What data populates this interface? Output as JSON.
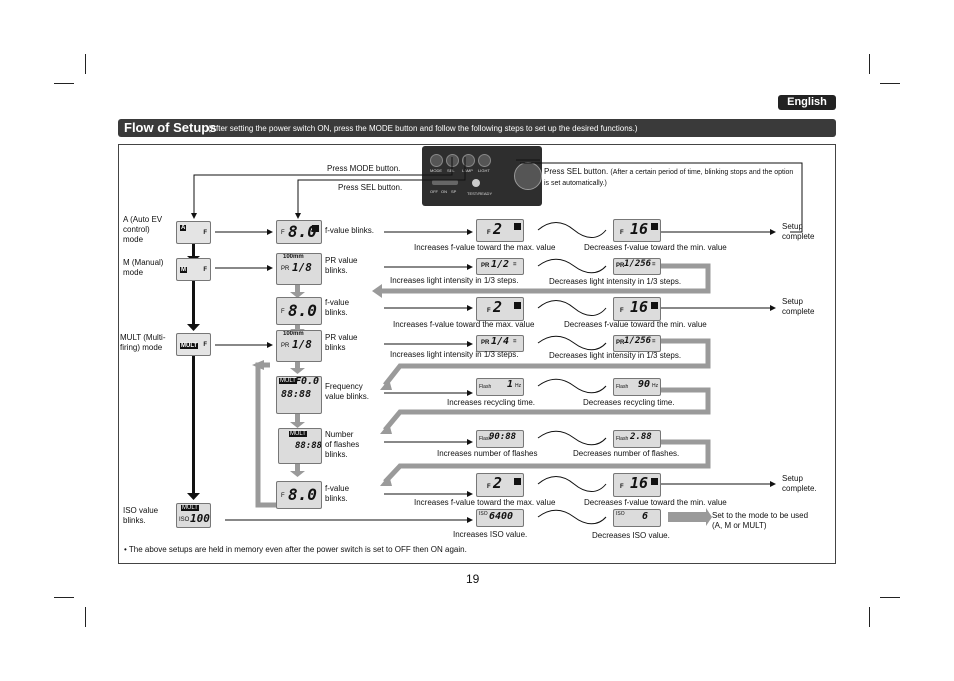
{
  "page": {
    "language_badge": "English",
    "title": "Flow of Setups",
    "subtitle": "(After setting the power switch ON, press the MODE button and follow the following steps to set up the desired functions.)",
    "page_number": "19",
    "footer_note": "• The above setups are held in memory even after the power switch is set to OFF then ON again."
  },
  "panel": {
    "buttons": [
      "MODE",
      "SEL",
      "LAMP",
      "LIGHT"
    ],
    "switch_labels": [
      "OFF",
      "ON",
      "SP"
    ],
    "test_label": "TEST/READY"
  },
  "instructions": {
    "press_mode": "Press MODE button.",
    "press_sel": "Press SEL button.",
    "press_sel_right": "Press SEL button.",
    "press_sel_right_note": "(After a certain period of time, blinking stops and the option is set automatically.)"
  },
  "modes": {
    "a": "A (Auto EV control) mode",
    "a_line1": "A (Auto EV",
    "a_line2": "control)",
    "a_line3": "mode",
    "m_line1": "M (Manual)",
    "m_line2": "mode",
    "mult_line1": "MULT (Multi-",
    "mult_line2": "firing) mode",
    "iso_line1": "ISO value",
    "iso_line2": "blinks.",
    "tag_a": "A",
    "tag_m": "M",
    "tag_mult": "MULT",
    "tag_f": "F"
  },
  "steps": {
    "f_blinks": "f-value blinks.",
    "pr_blinks_1": "PR value",
    "pr_blinks_2": "blinks.",
    "f_blinks_1": "f-value",
    "f_blinks_2": "blinks.",
    "pr_blinks_b1": "PR value",
    "pr_blinks_b2": "blinks",
    "freq_1": "Frequency",
    "freq_2": "value blinks.",
    "num_1": "Number",
    "num_2": "of flashes",
    "num_3": "blinks.",
    "f3_1": "f-value",
    "f3_2": "blinks."
  },
  "results": {
    "inc_f": "Increases f-value toward the max. value",
    "dec_f": "Decreases f-value toward the min. value",
    "inc_light": "Increases light intensity in 1/3 steps.",
    "dec_light": "Decreases light intensity in 1/3 steps.",
    "inc_recycle": "Increases recycling time.",
    "dec_recycle": "Decreases recycling time.",
    "inc_num": "Increases number of flashes",
    "dec_num": "Decreases number of flashes.",
    "inc_iso": "Increases ISO value.",
    "dec_iso": "Decreases ISO value.",
    "setup_complete_1": "Setup",
    "setup_complete_2": "complete",
    "setup_complete_dot": "complete.",
    "set_mode_1": "Set to the mode to be used",
    "set_mode_2": "(A, M or MULT)"
  },
  "lcd": {
    "f80": "8.0",
    "f2": "2",
    "f16": "16",
    "pr18": "1/8",
    "pr12": "1/2",
    "pr1256": "1/256",
    "pr14": "1/4",
    "rec1": "1",
    "rec90": "90",
    "num9088": "90:88",
    "num288": "2.88",
    "iso6400": "6400",
    "iso6": "6",
    "iso100": "100",
    "mm100": "100mm",
    "freq_mult": "MULT",
    "freq_f": "F0.0",
    "freq_val": "88:88",
    "prefix_f": "F",
    "prefix_pr": "PR",
    "prefix_flash": "Flash",
    "prefix_iso": "ISO",
    "hz": "Hz",
    "equal": "="
  },
  "colors": {
    "arrow": "#111111",
    "gray_arrow": "#9a9a9a",
    "title_bg": "#3a3a3a",
    "lcd_bg": "#dcdcdc"
  }
}
